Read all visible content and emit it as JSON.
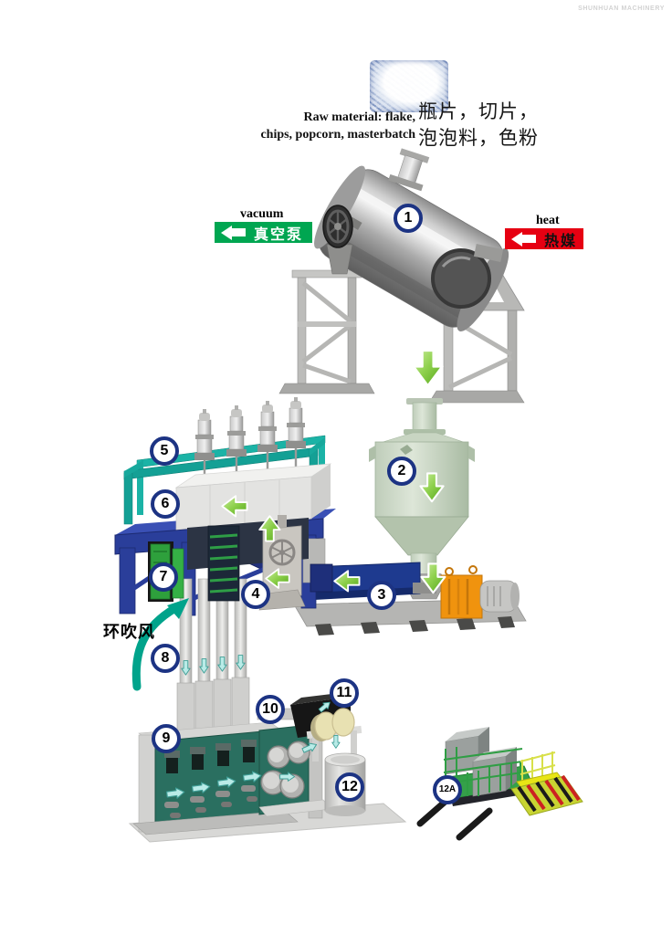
{
  "watermark": "SHUNHUAN MACHINERY",
  "raw_material": {
    "en_line1": "Raw material: flake,",
    "en_line2": "chips, popcorn, masterbatch",
    "zh_line1": "瓶片，切片，",
    "zh_line2": "泡泡料，色粉"
  },
  "labels": {
    "vacuum_en": "vacuum",
    "vacuum_zh": "真空泵",
    "heat_en": "heat",
    "heat_zh": "热媒",
    "ring_air_zh": "环吹风"
  },
  "steps": [
    "1",
    "2",
    "3",
    "4",
    "5",
    "6",
    "7",
    "8",
    "9",
    "10",
    "11",
    "12",
    "12A"
  ],
  "colors": {
    "step_ring": "#1c3383",
    "vacuum_banner": "#00a651",
    "heat_banner": "#e60012",
    "flow_arrow_green": "#7dc242",
    "flow_arrow_cyan": "#b9ebe7",
    "frame_teal": "#14a095",
    "structure_blue": "#2a3e9a",
    "extruder_blue": "#1e3a8f",
    "gearbox_orange": "#f0930e",
    "quench_panel_green": "#2ea03c",
    "cabinet_panel_teal": "#2a6f60",
    "winder_disc_cream": "#e8e1b2",
    "baler_green": "#2f9e44",
    "baler_yellow": "#e8e515"
  }
}
